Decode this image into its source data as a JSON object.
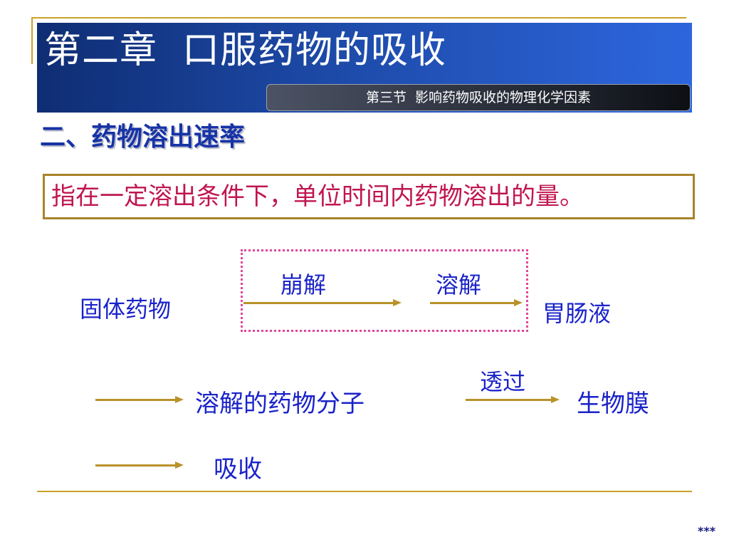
{
  "header": {
    "chapter_title": "第二章  口服药物的吸收",
    "section_label": "第三节  影响药物吸收的物理化学因素"
  },
  "content": {
    "sub_heading": "二、药物溶出速率",
    "definition": "指在一定溶出条件下，单位时间内药物溶出的量。"
  },
  "diagram": {
    "solid_drug": "固体药物",
    "disintegration": "崩解",
    "dissolution": "溶解",
    "gi_fluid": "胃肠液",
    "dissolved_molecules": "溶解的药物分子",
    "permeation": "透过",
    "biomembrane": "生物膜",
    "absorption": "吸收"
  },
  "footer": {
    "mark": "***"
  },
  "colors": {
    "banner_blue": "#1d4aa8",
    "gold": "#c9a227",
    "heading_blue": "#1633a6",
    "definition_red": "#c0164f",
    "dotted_pink": "#e0469a"
  }
}
